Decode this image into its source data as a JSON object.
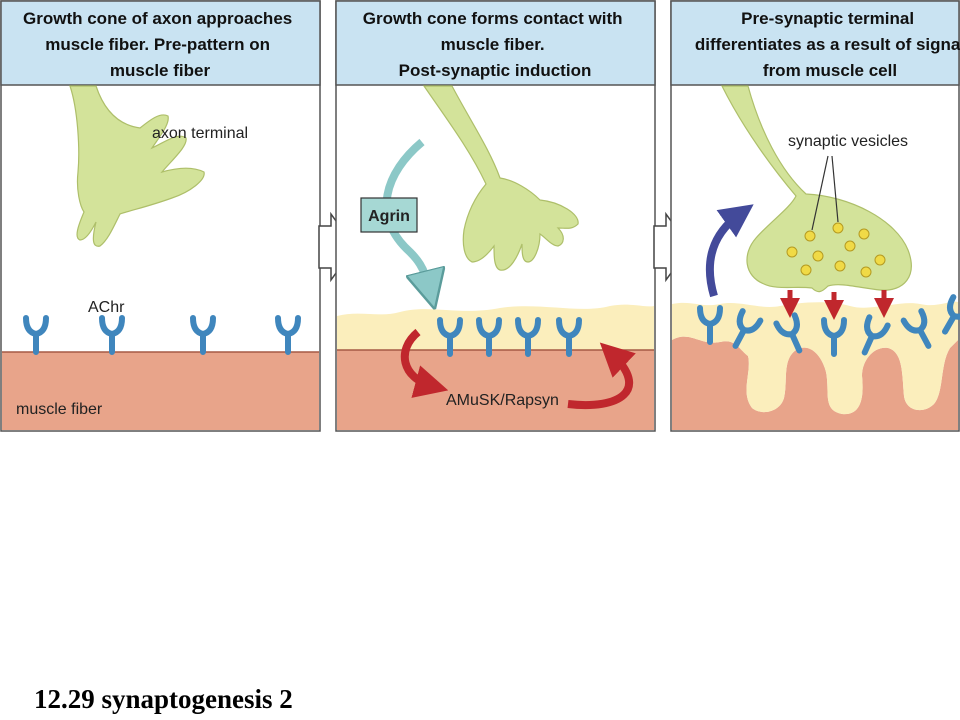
{
  "panels": [
    {
      "title_lines": [
        "Growth cone of axon approaches",
        "muscle fiber. Pre-pattern on",
        "muscle fiber"
      ]
    },
    {
      "title_lines": [
        "Growth cone forms contact with",
        "muscle fiber.",
        "Post-synaptic induction"
      ]
    },
    {
      "title_lines": [
        "Pre-synaptic terminal",
        "differentiates as a result of signa",
        "from muscle cell"
      ]
    }
  ],
  "labels": {
    "axon_terminal": "axon terminal",
    "achr": "AChr",
    "muscle_fiber": "muscle fiber",
    "agrin": "Agrin",
    "amusk_rapsyn": "AMuSK/Rapsyn",
    "synaptic_vesicles": "synaptic vesicles"
  },
  "caption": "12.29 synaptogenesis  2",
  "colors": {
    "header": "#c9e3f2",
    "axon": "#d3e39a",
    "axon_stroke": "#aebf6a",
    "muscle": "#e8a48a",
    "muscle_dark": "#d98c70",
    "cleft": "#fbeebc",
    "receptor": "#3f86bd",
    "agrin_box": "#a6d8d4",
    "agrin_arrow": "#8cc8c7",
    "red_arrow": "#c0272d",
    "blue_arrow": "#434a9a",
    "vesicle": "#f0da46"
  }
}
